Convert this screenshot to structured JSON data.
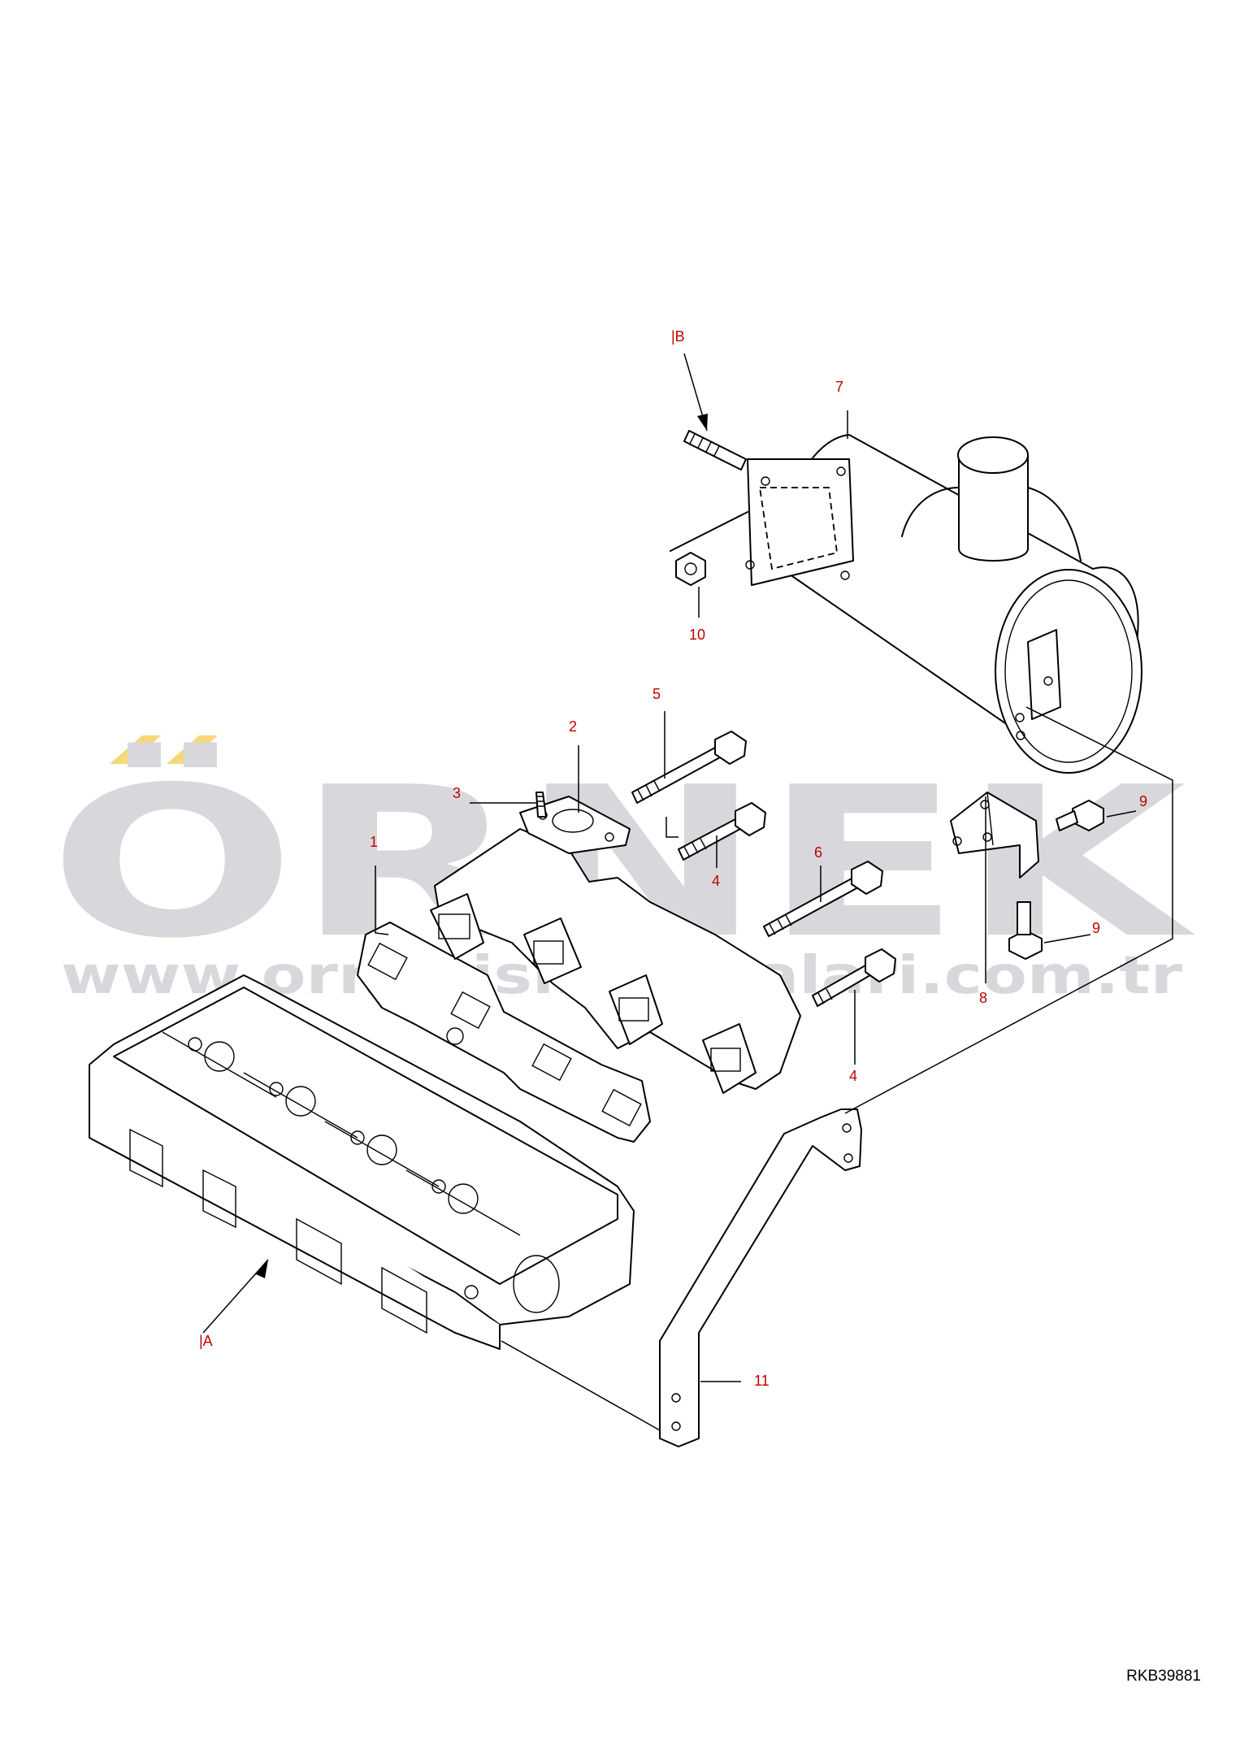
{
  "watermark": {
    "brand": "ÖRNEK",
    "url": "www.ornekismakinalari.com.tr",
    "color": "#d8d8dc",
    "accent": "#f6d878"
  },
  "drawing_code": "RKB39881",
  "callouts": [
    {
      "id": "c1",
      "label": "1"
    },
    {
      "id": "c2",
      "label": "2"
    },
    {
      "id": "c3",
      "label": "3"
    },
    {
      "id": "c4a",
      "label": "4"
    },
    {
      "id": "c4b",
      "label": "4"
    },
    {
      "id": "c5",
      "label": "5"
    },
    {
      "id": "c6",
      "label": "6"
    },
    {
      "id": "c7",
      "label": "7"
    },
    {
      "id": "c8",
      "label": "8"
    },
    {
      "id": "c9a",
      "label": "9"
    },
    {
      "id": "c9b",
      "label": "9"
    },
    {
      "id": "c10",
      "label": "10"
    },
    {
      "id": "c11",
      "label": "11"
    }
  ],
  "references": {
    "a": "|A",
    "b": "|B"
  },
  "colors": {
    "callout": "#c00000",
    "line": "#000000"
  }
}
